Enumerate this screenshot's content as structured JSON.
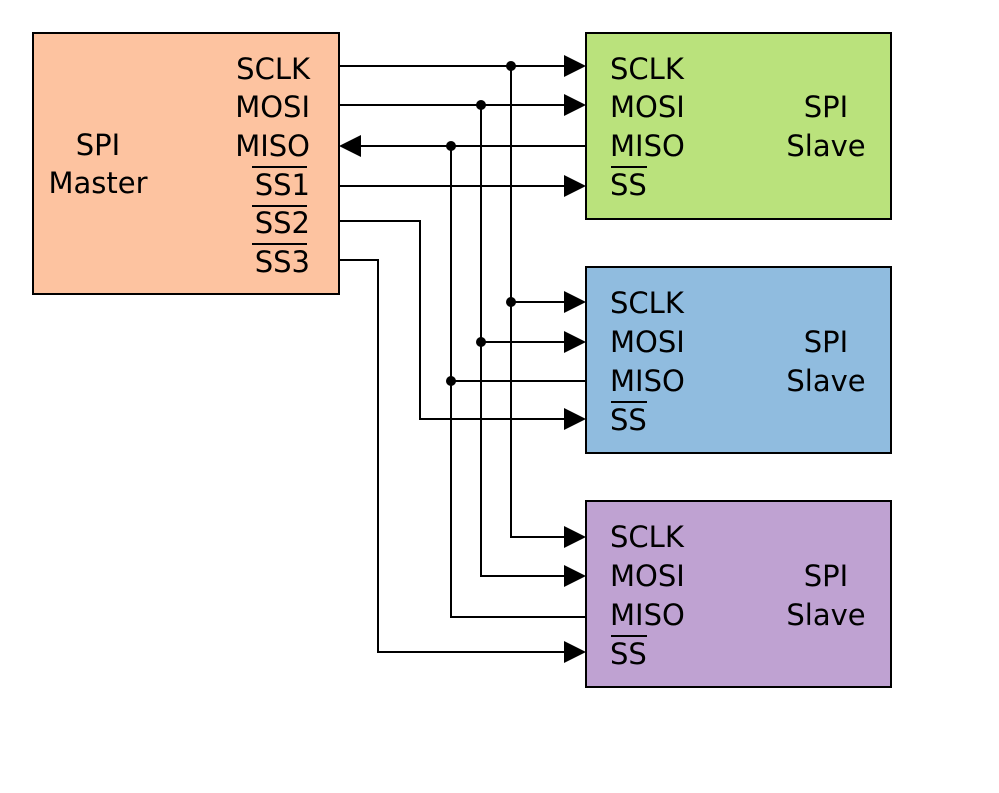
{
  "master": {
    "title_line1": "SPI",
    "title_line2": "Master",
    "color": "#fdc3a0",
    "pins": [
      "SCLK",
      "MOSI",
      "MISO",
      "SS1",
      "SS2",
      "SS3"
    ]
  },
  "slaves": [
    {
      "title_line1": "SPI",
      "title_line2": "Slave",
      "color": "#bae27c",
      "pins": [
        "SCLK",
        "MOSI",
        "MISO",
        "SS"
      ]
    },
    {
      "title_line1": "SPI",
      "title_line2": "Slave",
      "color": "#90bcdf",
      "pins": [
        "SCLK",
        "MOSI",
        "MISO",
        "SS"
      ]
    },
    {
      "title_line1": "SPI",
      "title_line2": "Slave",
      "color": "#bfa2d2",
      "pins": [
        "SCLK",
        "MOSI",
        "MISO",
        "SS"
      ]
    }
  ]
}
